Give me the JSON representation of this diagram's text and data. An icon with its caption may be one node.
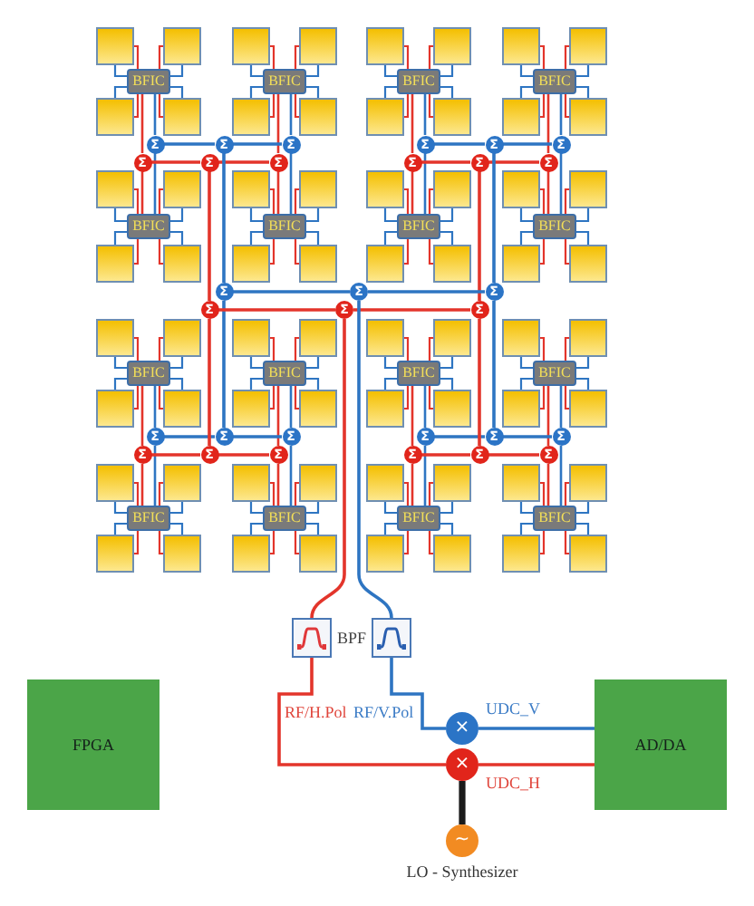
{
  "diagram": {
    "nodes": [
      {
        "text": [],
        "shape": "box"
      },
      {
        "text": [],
        "shape": "box"
      },
      {
        "text": [
          "BFIC"
        ]
      },
      {
        "text": [],
        "shape": "box"
      },
      {
        "text": [],
        "shape": "box"
      },
      {
        "text": [],
        "shape": "box"
      },
      {
        "text": [],
        "shape": "box"
      },
      {
        "text": [
          "BFIC"
        ]
      },
      {
        "text": [],
        "shape": "box"
      },
      {
        "text": [],
        "shape": "box"
      },
      {
        "text": [],
        "shape": "box"
      },
      {
        "text": [],
        "shape": "box"
      },
      {
        "text": [
          "BFIC"
        ]
      },
      {
        "text": [],
        "shape": "box"
      },
      {
        "text": [],
        "shape": "box"
      },
      {
        "text": [],
        "shape": "box"
      },
      {
        "text": [],
        "shape": "box"
      },
      {
        "text": [
          "BFIC"
        ]
      },
      {
        "text": [],
        "shape": "box"
      },
      {
        "text": [],
        "shape": "box"
      },
      {
        "text": [],
        "shape": "box"
      },
      {
        "text": [],
        "shape": "box"
      },
      {
        "text": [
          "BFIC"
        ]
      },
      {
        "text": [],
        "shape": "box"
      },
      {
        "text": [],
        "shape": "box"
      },
      {
        "text": [],
        "shape": "box"
      },
      {
        "text": [],
        "shape": "box"
      },
      {
        "text": [
          "BFIC"
        ]
      },
      {
        "text": [],
        "shape": "box"
      },
      {
        "text": [],
        "shape": "box"
      },
      {
        "text": [],
        "shape": "box"
      },
      {
        "text": [],
        "shape": "box"
      },
      {
        "text": [
          "BFIC"
        ]
      },
      {
        "text": [],
        "shape": "box"
      },
      {
        "text": [],
        "shape": "box"
      },
      {
        "text": [],
        "shape": "box"
      },
      {
        "text": [],
        "shape": "box"
      },
      {
        "text": [
          "BFIC"
        ]
      },
      {
        "text": [],
        "shape": "box"
      },
      {
        "text": [],
        "shape": "box"
      },
      {
        "text": [],
        "shape": "box"
      },
      {
        "text": [],
        "shape": "box"
      },
      {
        "text": [
          "BFIC"
        ]
      },
      {
        "text": [],
        "shape": "box"
      },
      {
        "text": [],
        "shape": "box"
      },
      {
        "text": [],
        "shape": "box"
      },
      {
        "text": [],
        "shape": "box"
      },
      {
        "text": [
          "BFIC"
        ]
      },
      {
        "text": [],
        "shape": "box"
      },
      {
        "text": [],
        "shape": "box"
      },
      {
        "text": [],
        "shape": "box"
      },
      {
        "text": [],
        "shape": "box"
      },
      {
        "text": [
          "BFIC"
        ]
      },
      {
        "text": [],
        "shape": "box"
      },
      {
        "text": [],
        "shape": "box"
      },
      {
        "text": [],
        "shape": "box"
      },
      {
        "text": [],
        "shape": "box"
      },
      {
        "text": [
          "BFIC"
        ]
      },
      {
        "text": [],
        "shape": "box"
      },
      {
        "text": [],
        "shape": "box"
      },
      {
        "text": [],
        "shape": "box"
      },
      {
        "text": [],
        "shape": "box"
      },
      {
        "text": [
          "BFIC"
        ]
      },
      {
        "text": [],
        "shape": "box"
      },
      {
        "text": [],
        "shape": "box"
      },
      {
        "text": [],
        "shape": "box"
      },
      {
        "text": [],
        "shape": "box"
      },
      {
        "text": [
          "BFIC"
        ]
      },
      {
        "text": [],
        "shape": "box"
      },
      {
        "text": [],
        "shape": "box"
      },
      {
        "text": [],
        "shape": "box"
      },
      {
        "text": [],
        "shape": "box"
      },
      {
        "text": [
          "BFIC"
        ]
      },
      {
        "text": [],
        "shape": "box"
      },
      {
        "text": [],
        "shape": "box"
      },
      {
        "text": [],
        "shape": "box"
      },
      {
        "text": [],
        "shape": "box"
      },
      {
        "text": [
          "BFIC"
        ]
      },
      {
        "text": [],
        "shape": "box"
      },
      {
        "text": [],
        "shape": "box"
      },
      {
        "text": [
          "Σ"
        ]
      },
      {
        "text": [
          "Σ"
        ]
      },
      {
        "text": [
          "Σ"
        ]
      },
      {
        "text": [
          "Σ"
        ]
      },
      {
        "text": [
          "Σ"
        ]
      },
      {
        "text": [
          "Σ"
        ]
      },
      {
        "text": [
          "Σ"
        ]
      },
      {
        "text": [
          "Σ"
        ]
      },
      {
        "text": [
          "Σ"
        ]
      },
      {
        "text": [
          "Σ"
        ]
      },
      {
        "text": [
          "Σ"
        ]
      },
      {
        "text": [
          "Σ"
        ]
      },
      {
        "text": [
          "Σ"
        ]
      },
      {
        "text": [
          "Σ"
        ]
      },
      {
        "text": [
          "Σ"
        ]
      },
      {
        "text": [
          "Σ"
        ]
      },
      {
        "text": [
          "Σ"
        ]
      },
      {
        "text": [
          "Σ"
        ]
      },
      {
        "text": [
          "Σ"
        ]
      },
      {
        "text": [
          "Σ"
        ]
      },
      {
        "text": [
          "Σ"
        ]
      },
      {
        "text": [
          "Σ"
        ]
      },
      {
        "text": [
          "Σ"
        ]
      },
      {
        "text": [
          "Σ"
        ]
      },
      {
        "text": [
          "Σ"
        ]
      },
      {
        "text": [
          "Σ"
        ]
      },
      {
        "text": [
          "Σ"
        ]
      },
      {
        "text": [
          "Σ"
        ]
      },
      {
        "text": [
          "Σ"
        ]
      },
      {
        "text": [
          "Σ"
        ]
      },
      {
        "text": [],
        "shape": "box"
      },
      {
        "text": [],
        "shape": "box"
      },
      {
        "text": [
          "FPGA"
        ]
      },
      {
        "text": [
          "AD/DA"
        ]
      },
      {
        "text": [
          "×"
        ],
        "beside": [
          "UDC_V"
        ]
      },
      {
        "text": [
          "×"
        ],
        "beside": [
          "UDC_H"
        ]
      },
      {
        "text": [
          "~"
        ],
        "beside": [
          "LO - Synthesizer"
        ]
      }
    ],
    "edges": [
      {
        "from": 0,
        "to": 2,
        "arrow": "none",
        "color": "#e3352b"
      },
      {
        "from": 0,
        "to": 2,
        "arrow": "none",
        "color": "#2e75c2"
      },
      {
        "from": 1,
        "to": 2,
        "arrow": "none",
        "color": "#e3352b"
      },
      {
        "from": 1,
        "to": 2,
        "arrow": "none",
        "color": "#2e75c2"
      },
      {
        "from": 3,
        "to": 2,
        "arrow": "none",
        "color": "#e3352b"
      },
      {
        "from": 3,
        "to": 2,
        "arrow": "none",
        "color": "#2e75c2"
      },
      {
        "from": 4,
        "to": 2,
        "arrow": "none",
        "color": "#e3352b"
      },
      {
        "from": 4,
        "to": 2,
        "arrow": "none",
        "color": "#2e75c2"
      },
      {
        "from": 5,
        "to": 7,
        "arrow": "none",
        "color": "#e3352b"
      },
      {
        "from": 5,
        "to": 7,
        "arrow": "none",
        "color": "#2e75c2"
      },
      {
        "from": 6,
        "to": 7,
        "arrow": "none",
        "color": "#e3352b"
      },
      {
        "from": 6,
        "to": 7,
        "arrow": "none",
        "color": "#2e75c2"
      },
      {
        "from": 8,
        "to": 7,
        "arrow": "none",
        "color": "#e3352b"
      },
      {
        "from": 8,
        "to": 7,
        "arrow": "none",
        "color": "#2e75c2"
      },
      {
        "from": 9,
        "to": 7,
        "arrow": "none",
        "color": "#e3352b"
      },
      {
        "from": 9,
        "to": 7,
        "arrow": "none",
        "color": "#2e75c2"
      },
      {
        "from": 10,
        "to": 12,
        "arrow": "none",
        "color": "#e3352b"
      },
      {
        "from": 10,
        "to": 12,
        "arrow": "none",
        "color": "#2e75c2"
      },
      {
        "from": 11,
        "to": 12,
        "arrow": "none",
        "color": "#e3352b"
      },
      {
        "from": 11,
        "to": 12,
        "arrow": "none",
        "color": "#2e75c2"
      },
      {
        "from": 13,
        "to": 12,
        "arrow": "none",
        "color": "#e3352b"
      },
      {
        "from": 13,
        "to": 12,
        "arrow": "none",
        "color": "#2e75c2"
      },
      {
        "from": 14,
        "to": 12,
        "arrow": "none",
        "color": "#e3352b"
      },
      {
        "from": 14,
        "to": 12,
        "arrow": "none",
        "color": "#2e75c2"
      },
      {
        "from": 15,
        "to": 17,
        "arrow": "none",
        "color": "#e3352b"
      },
      {
        "from": 15,
        "to": 17,
        "arrow": "none",
        "color": "#2e75c2"
      },
      {
        "from": 16,
        "to": 17,
        "arrow": "none",
        "color": "#e3352b"
      },
      {
        "from": 16,
        "to": 17,
        "arrow": "none",
        "color": "#2e75c2"
      },
      {
        "from": 18,
        "to": 17,
        "arrow": "none",
        "color": "#e3352b"
      },
      {
        "from": 18,
        "to": 17,
        "arrow": "none",
        "color": "#2e75c2"
      },
      {
        "from": 19,
        "to": 17,
        "arrow": "none",
        "color": "#e3352b"
      },
      {
        "from": 19,
        "to": 17,
        "arrow": "none",
        "color": "#2e75c2"
      },
      {
        "from": 20,
        "to": 22,
        "arrow": "none",
        "color": "#e3352b"
      },
      {
        "from": 20,
        "to": 22,
        "arrow": "none",
        "color": "#2e75c2"
      },
      {
        "from": 21,
        "to": 22,
        "arrow": "none",
        "color": "#e3352b"
      },
      {
        "from": 21,
        "to": 22,
        "arrow": "none",
        "color": "#2e75c2"
      },
      {
        "from": 23,
        "to": 22,
        "arrow": "none",
        "color": "#e3352b"
      },
      {
        "from": 23,
        "to": 22,
        "arrow": "none",
        "color": "#2e75c2"
      },
      {
        "from": 24,
        "to": 22,
        "arrow": "none",
        "color": "#e3352b"
      },
      {
        "from": 24,
        "to": 22,
        "arrow": "none",
        "color": "#2e75c2"
      },
      {
        "from": 25,
        "to": 27,
        "arrow": "none",
        "color": "#e3352b"
      },
      {
        "from": 25,
        "to": 27,
        "arrow": "none",
        "color": "#2e75c2"
      },
      {
        "from": 26,
        "to": 27,
        "arrow": "none",
        "color": "#e3352b"
      },
      {
        "from": 26,
        "to": 27,
        "arrow": "none",
        "color": "#2e75c2"
      },
      {
        "from": 28,
        "to": 27,
        "arrow": "none",
        "color": "#e3352b"
      },
      {
        "from": 28,
        "to": 27,
        "arrow": "none",
        "color": "#2e75c2"
      },
      {
        "from": 29,
        "to": 27,
        "arrow": "none",
        "color": "#e3352b"
      },
      {
        "from": 29,
        "to": 27,
        "arrow": "none",
        "color": "#2e75c2"
      },
      {
        "from": 30,
        "to": 32,
        "arrow": "none",
        "color": "#e3352b"
      },
      {
        "from": 30,
        "to": 32,
        "arrow": "none",
        "color": "#2e75c2"
      },
      {
        "from": 31,
        "to": 32,
        "arrow": "none",
        "color": "#e3352b"
      },
      {
        "from": 31,
        "to": 32,
        "arrow": "none",
        "color": "#2e75c2"
      },
      {
        "from": 33,
        "to": 32,
        "arrow": "none",
        "color": "#e3352b"
      },
      {
        "from": 33,
        "to": 32,
        "arrow": "none",
        "color": "#2e75c2"
      },
      {
        "from": 34,
        "to": 32,
        "arrow": "none",
        "color": "#e3352b"
      },
      {
        "from": 34,
        "to": 32,
        "arrow": "none",
        "color": "#2e75c2"
      },
      {
        "from": 35,
        "to": 37,
        "arrow": "none",
        "color": "#e3352b"
      },
      {
        "from": 35,
        "to": 37,
        "arrow": "none",
        "color": "#2e75c2"
      },
      {
        "from": 36,
        "to": 37,
        "arrow": "none",
        "color": "#e3352b"
      },
      {
        "from": 36,
        "to": 37,
        "arrow": "none",
        "color": "#2e75c2"
      },
      {
        "from": 38,
        "to": 37,
        "arrow": "none",
        "color": "#e3352b"
      },
      {
        "from": 38,
        "to": 37,
        "arrow": "none",
        "color": "#2e75c2"
      },
      {
        "from": 39,
        "to": 37,
        "arrow": "none",
        "color": "#e3352b"
      },
      {
        "from": 39,
        "to": 37,
        "arrow": "none",
        "color": "#2e75c2"
      },
      {
        "from": 40,
        "to": 42,
        "arrow": "none",
        "color": "#e3352b"
      },
      {
        "from": 40,
        "to": 42,
        "arrow": "none",
        "color": "#2e75c2"
      },
      {
        "from": 41,
        "to": 42,
        "arrow": "none",
        "color": "#e3352b"
      },
      {
        "from": 41,
        "to": 42,
        "arrow": "none",
        "color": "#2e75c2"
      },
      {
        "from": 43,
        "to": 42,
        "arrow": "none",
        "color": "#e3352b"
      },
      {
        "from": 43,
        "to": 42,
        "arrow": "none",
        "color": "#2e75c2"
      },
      {
        "from": 44,
        "to": 42,
        "arrow": "none",
        "color": "#e3352b"
      },
      {
        "from": 44,
        "to": 42,
        "arrow": "none",
        "color": "#2e75c2"
      },
      {
        "from": 45,
        "to": 47,
        "arrow": "none",
        "color": "#e3352b"
      },
      {
        "from": 45,
        "to": 47,
        "arrow": "none",
        "color": "#2e75c2"
      },
      {
        "from": 46,
        "to": 47,
        "arrow": "none",
        "color": "#e3352b"
      },
      {
        "from": 46,
        "to": 47,
        "arrow": "none",
        "color": "#2e75c2"
      },
      {
        "from": 48,
        "to": 47,
        "arrow": "none",
        "color": "#e3352b"
      },
      {
        "from": 48,
        "to": 47,
        "arrow": "none",
        "color": "#2e75c2"
      },
      {
        "from": 49,
        "to": 47,
        "arrow": "none",
        "color": "#e3352b"
      },
      {
        "from": 49,
        "to": 47,
        "arrow": "none",
        "color": "#2e75c2"
      },
      {
        "from": 50,
        "to": 52,
        "arrow": "none",
        "color": "#e3352b"
      },
      {
        "from": 50,
        "to": 52,
        "arrow": "none",
        "color": "#2e75c2"
      },
      {
        "from": 51,
        "to": 52,
        "arrow": "none",
        "color": "#e3352b"
      },
      {
        "from": 51,
        "to": 52,
        "arrow": "none",
        "color": "#2e75c2"
      },
      {
        "from": 53,
        "to": 52,
        "arrow": "none",
        "color": "#e3352b"
      },
      {
        "from": 53,
        "to": 52,
        "arrow": "none",
        "color": "#2e75c2"
      },
      {
        "from": 54,
        "to": 52,
        "arrow": "none",
        "color": "#e3352b"
      },
      {
        "from": 54,
        "to": 52,
        "arrow": "none",
        "color": "#2e75c2"
      },
      {
        "from": 55,
        "to": 57,
        "arrow": "none",
        "color": "#e3352b"
      },
      {
        "from": 55,
        "to": 57,
        "arrow": "none",
        "color": "#2e75c2"
      },
      {
        "from": 56,
        "to": 57,
        "arrow": "none",
        "color": "#e3352b"
      },
      {
        "from": 56,
        "to": 57,
        "arrow": "none",
        "color": "#2e75c2"
      },
      {
        "from": 58,
        "to": 57,
        "arrow": "none",
        "color": "#e3352b"
      },
      {
        "from": 58,
        "to": 57,
        "arrow": "none",
        "color": "#2e75c2"
      },
      {
        "from": 59,
        "to": 57,
        "arrow": "none",
        "color": "#e3352b"
      },
      {
        "from": 59,
        "to": 57,
        "arrow": "none",
        "color": "#2e75c2"
      },
      {
        "from": 60,
        "to": 62,
        "arrow": "none",
        "color": "#e3352b"
      },
      {
        "from": 60,
        "to": 62,
        "arrow": "none",
        "color": "#2e75c2"
      },
      {
        "from": 61,
        "to": 62,
        "arrow": "none",
        "color": "#e3352b"
      },
      {
        "from": 61,
        "to": 62,
        "arrow": "none",
        "color": "#2e75c2"
      },
      {
        "from": 63,
        "to": 62,
        "arrow": "none",
        "color": "#e3352b"
      },
      {
        "from": 63,
        "to": 62,
        "arrow": "none",
        "color": "#2e75c2"
      },
      {
        "from": 64,
        "to": 62,
        "arrow": "none",
        "color": "#e3352b"
      },
      {
        "from": 64,
        "to": 62,
        "arrow": "none",
        "color": "#2e75c2"
      },
      {
        "from": 65,
        "to": 67,
        "arrow": "none",
        "color": "#e3352b"
      },
      {
        "from": 65,
        "to": 67,
        "arrow": "none",
        "color": "#2e75c2"
      },
      {
        "from": 66,
        "to": 67,
        "arrow": "none",
        "color": "#e3352b"
      },
      {
        "from": 66,
        "to": 67,
        "arrow": "none",
        "color": "#2e75c2"
      },
      {
        "from": 68,
        "to": 67,
        "arrow": "none",
        "color": "#e3352b"
      },
      {
        "from": 68,
        "to": 67,
        "arrow": "none",
        "color": "#2e75c2"
      },
      {
        "from": 69,
        "to": 67,
        "arrow": "none",
        "color": "#e3352b"
      },
      {
        "from": 69,
        "to": 67,
        "arrow": "none",
        "color": "#2e75c2"
      },
      {
        "from": 70,
        "to": 72,
        "arrow": "none",
        "color": "#e3352b"
      },
      {
        "from": 70,
        "to": 72,
        "arrow": "none",
        "color": "#2e75c2"
      },
      {
        "from": 71,
        "to": 72,
        "arrow": "none",
        "color": "#e3352b"
      },
      {
        "from": 71,
        "to": 72,
        "arrow": "none",
        "color": "#2e75c2"
      },
      {
        "from": 73,
        "to": 72,
        "arrow": "none",
        "color": "#e3352b"
      },
      {
        "from": 73,
        "to": 72,
        "arrow": "none",
        "color": "#2e75c2"
      },
      {
        "from": 74,
        "to": 72,
        "arrow": "none",
        "color": "#e3352b"
      },
      {
        "from": 74,
        "to": 72,
        "arrow": "none",
        "color": "#2e75c2"
      },
      {
        "from": 75,
        "to": 77,
        "arrow": "none",
        "color": "#e3352b"
      },
      {
        "from": 75,
        "to": 77,
        "arrow": "none",
        "color": "#2e75c2"
      },
      {
        "from": 76,
        "to": 77,
        "arrow": "none",
        "color": "#e3352b"
      },
      {
        "from": 76,
        "to": 77,
        "arrow": "none",
        "color": "#2e75c2"
      },
      {
        "from": 78,
        "to": 77,
        "arrow": "none",
        "color": "#e3352b"
      },
      {
        "from": 78,
        "to": 77,
        "arrow": "none",
        "color": "#2e75c2"
      },
      {
        "from": 79,
        "to": 77,
        "arrow": "none",
        "color": "#e3352b"
      },
      {
        "from": 79,
        "to": 77,
        "arrow": "none",
        "color": "#2e75c2"
      },
      {
        "from": 2,
        "to": 83,
        "arrow": "none",
        "color": "#e3352b"
      },
      {
        "from": 2,
        "to": 80,
        "arrow": "none",
        "color": "#2e75c2"
      },
      {
        "from": 7,
        "to": 85,
        "arrow": "none",
        "color": "#e3352b"
      },
      {
        "from": 7,
        "to": 82,
        "arrow": "none",
        "color": "#2e75c2"
      },
      {
        "from": 22,
        "to": 83,
        "arrow": "none",
        "color": "#e3352b"
      },
      {
        "from": 22,
        "to": 80,
        "arrow": "none",
        "color": "#2e75c2"
      },
      {
        "from": 27,
        "to": 85,
        "arrow": "none",
        "color": "#e3352b"
      },
      {
        "from": 27,
        "to": 82,
        "arrow": "none",
        "color": "#2e75c2"
      },
      {
        "from": 12,
        "to": 89,
        "arrow": "none",
        "color": "#e3352b"
      },
      {
        "from": 12,
        "to": 86,
        "arrow": "none",
        "color": "#2e75c2"
      },
      {
        "from": 17,
        "to": 91,
        "arrow": "none",
        "color": "#e3352b"
      },
      {
        "from": 17,
        "to": 88,
        "arrow": "none",
        "color": "#2e75c2"
      },
      {
        "from": 32,
        "to": 89,
        "arrow": "none",
        "color": "#e3352b"
      },
      {
        "from": 32,
        "to": 86,
        "arrow": "none",
        "color": "#2e75c2"
      },
      {
        "from": 37,
        "to": 91,
        "arrow": "none",
        "color": "#e3352b"
      },
      {
        "from": 37,
        "to": 88,
        "arrow": "none",
        "color": "#2e75c2"
      },
      {
        "from": 42,
        "to": 101,
        "arrow": "none",
        "color": "#e3352b"
      },
      {
        "from": 42,
        "to": 98,
        "arrow": "none",
        "color": "#2e75c2"
      },
      {
        "from": 47,
        "to": 103,
        "arrow": "none",
        "color": "#e3352b"
      },
      {
        "from": 47,
        "to": 100,
        "arrow": "none",
        "color": "#2e75c2"
      },
      {
        "from": 62,
        "to": 101,
        "arrow": "none",
        "color": "#e3352b"
      },
      {
        "from": 62,
        "to": 98,
        "arrow": "none",
        "color": "#2e75c2"
      },
      {
        "from": 67,
        "to": 103,
        "arrow": "none",
        "color": "#e3352b"
      },
      {
        "from": 67,
        "to": 100,
        "arrow": "none",
        "color": "#2e75c2"
      },
      {
        "from": 52,
        "to": 107,
        "arrow": "none",
        "color": "#e3352b"
      },
      {
        "from": 52,
        "to": 104,
        "arrow": "none",
        "color": "#2e75c2"
      },
      {
        "from": 57,
        "to": 109,
        "arrow": "none",
        "color": "#e3352b"
      },
      {
        "from": 57,
        "to": 106,
        "arrow": "none",
        "color": "#2e75c2"
      },
      {
        "from": 72,
        "to": 107,
        "arrow": "none",
        "color": "#e3352b"
      },
      {
        "from": 72,
        "to": 104,
        "arrow": "none",
        "color": "#2e75c2"
      },
      {
        "from": 77,
        "to": 109,
        "arrow": "none",
        "color": "#e3352b"
      },
      {
        "from": 77,
        "to": 106,
        "arrow": "none",
        "color": "#2e75c2"
      },
      {
        "from": 80,
        "to": 81,
        "arrow": "none",
        "color": "#2e75c2"
      },
      {
        "from": 82,
        "to": 81,
        "arrow": "none",
        "color": "#2e75c2"
      },
      {
        "from": 83,
        "to": 84,
        "arrow": "none",
        "color": "#e3352b"
      },
      {
        "from": 85,
        "to": 84,
        "arrow": "none",
        "color": "#e3352b"
      },
      {
        "from": 86,
        "to": 87,
        "arrow": "none",
        "color": "#2e75c2"
      },
      {
        "from": 88,
        "to": 87,
        "arrow": "none",
        "color": "#2e75c2"
      },
      {
        "from": 89,
        "to": 90,
        "arrow": "none",
        "color": "#e3352b"
      },
      {
        "from": 91,
        "to": 90,
        "arrow": "none",
        "color": "#e3352b"
      },
      {
        "from": 98,
        "to": 99,
        "arrow": "none",
        "color": "#2e75c2"
      },
      {
        "from": 100,
        "to": 99,
        "arrow": "none",
        "color": "#2e75c2"
      },
      {
        "from": 101,
        "to": 102,
        "arrow": "none",
        "color": "#e3352b"
      },
      {
        "from": 103,
        "to": 102,
        "arrow": "none",
        "color": "#e3352b"
      },
      {
        "from": 104,
        "to": 105,
        "arrow": "none",
        "color": "#2e75c2"
      },
      {
        "from": 106,
        "to": 105,
        "arrow": "none",
        "color": "#2e75c2"
      },
      {
        "from": 107,
        "to": 108,
        "arrow": "none",
        "color": "#e3352b"
      },
      {
        "from": 109,
        "to": 108,
        "arrow": "none",
        "color": "#e3352b"
      },
      {
        "from": 81,
        "to": 92,
        "arrow": "none",
        "color": "#2e75c2"
      },
      {
        "from": 99,
        "to": 92,
        "arrow": "none",
        "color": "#2e75c2"
      },
      {
        "from": 87,
        "to": 94,
        "arrow": "none",
        "color": "#2e75c2"
      },
      {
        "from": 105,
        "to": 94,
        "arrow": "none",
        "color": "#2e75c2"
      },
      {
        "from": 84,
        "to": 95,
        "arrow": "none",
        "color": "#e3352b"
      },
      {
        "from": 102,
        "to": 95,
        "arrow": "none",
        "color": "#e3352b"
      },
      {
        "from": 90,
        "to": 97,
        "arrow": "none",
        "color": "#e3352b"
      },
      {
        "from": 108,
        "to": 97,
        "arrow": "none",
        "color": "#e3352b"
      },
      {
        "from": 92,
        "to": 93,
        "arrow": "none",
        "color": "#2e75c2"
      },
      {
        "from": 94,
        "to": 93,
        "arrow": "none",
        "color": "#2e75c2"
      },
      {
        "from": 95,
        "to": 96,
        "arrow": "none",
        "color": "#e3352b"
      },
      {
        "from": 97,
        "to": 96,
        "arrow": "none",
        "color": "#e3352b"
      },
      {
        "from": 96,
        "to": 110,
        "arrow": "none",
        "color": "#e3352b"
      },
      {
        "from": 93,
        "to": 111,
        "arrow": "none",
        "color": "#2e75c2"
      },
      {
        "from": 110,
        "to": 115,
        "arrow": "none",
        "color": "#e3352b"
      },
      {
        "from": 111,
        "to": 114,
        "arrow": "none",
        "color": "#2e75c2"
      },
      {
        "from": 114,
        "to": 113,
        "arrow": "none",
        "color": "#2e75c2"
      },
      {
        "from": 115,
        "to": 113,
        "arrow": "none",
        "color": "#e3352b"
      },
      {
        "from": 116,
        "to": 115,
        "arrow": "none",
        "color": "#1a1a1a",
        "style": "thick"
      }
    ],
    "labels": [
      "BPF",
      "RF/H.Pol",
      "RF/V.Pol"
    ]
  }
}
